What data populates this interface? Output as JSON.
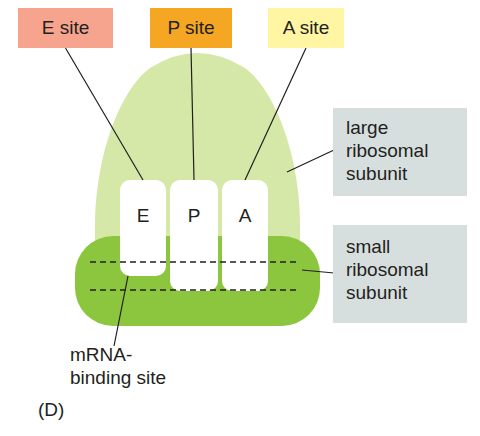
{
  "diagram": {
    "nodes": [
      {
        "text": [
          "E site"
        ]
      },
      {
        "text": [
          "P site"
        ]
      },
      {
        "text": [
          "A site"
        ]
      },
      {
        "text": [
          "large ribosomal subunit"
        ]
      },
      {
        "text": [
          "E"
        ]
      },
      {
        "text": [
          "P"
        ]
      },
      {
        "text": [
          "A"
        ]
      },
      {
        "text": [
          "small ribosomal subunit"
        ]
      }
    ],
    "edges": [
      {
        "from": 0,
        "to": 4,
        "arrow": "none"
      },
      {
        "from": 1,
        "to": 5,
        "arrow": "none"
      },
      {
        "from": 2,
        "to": 6,
        "arrow": "none"
      }
    ],
    "labels": [
      "mRNA- binding site",
      "(D)"
    ]
  }
}
